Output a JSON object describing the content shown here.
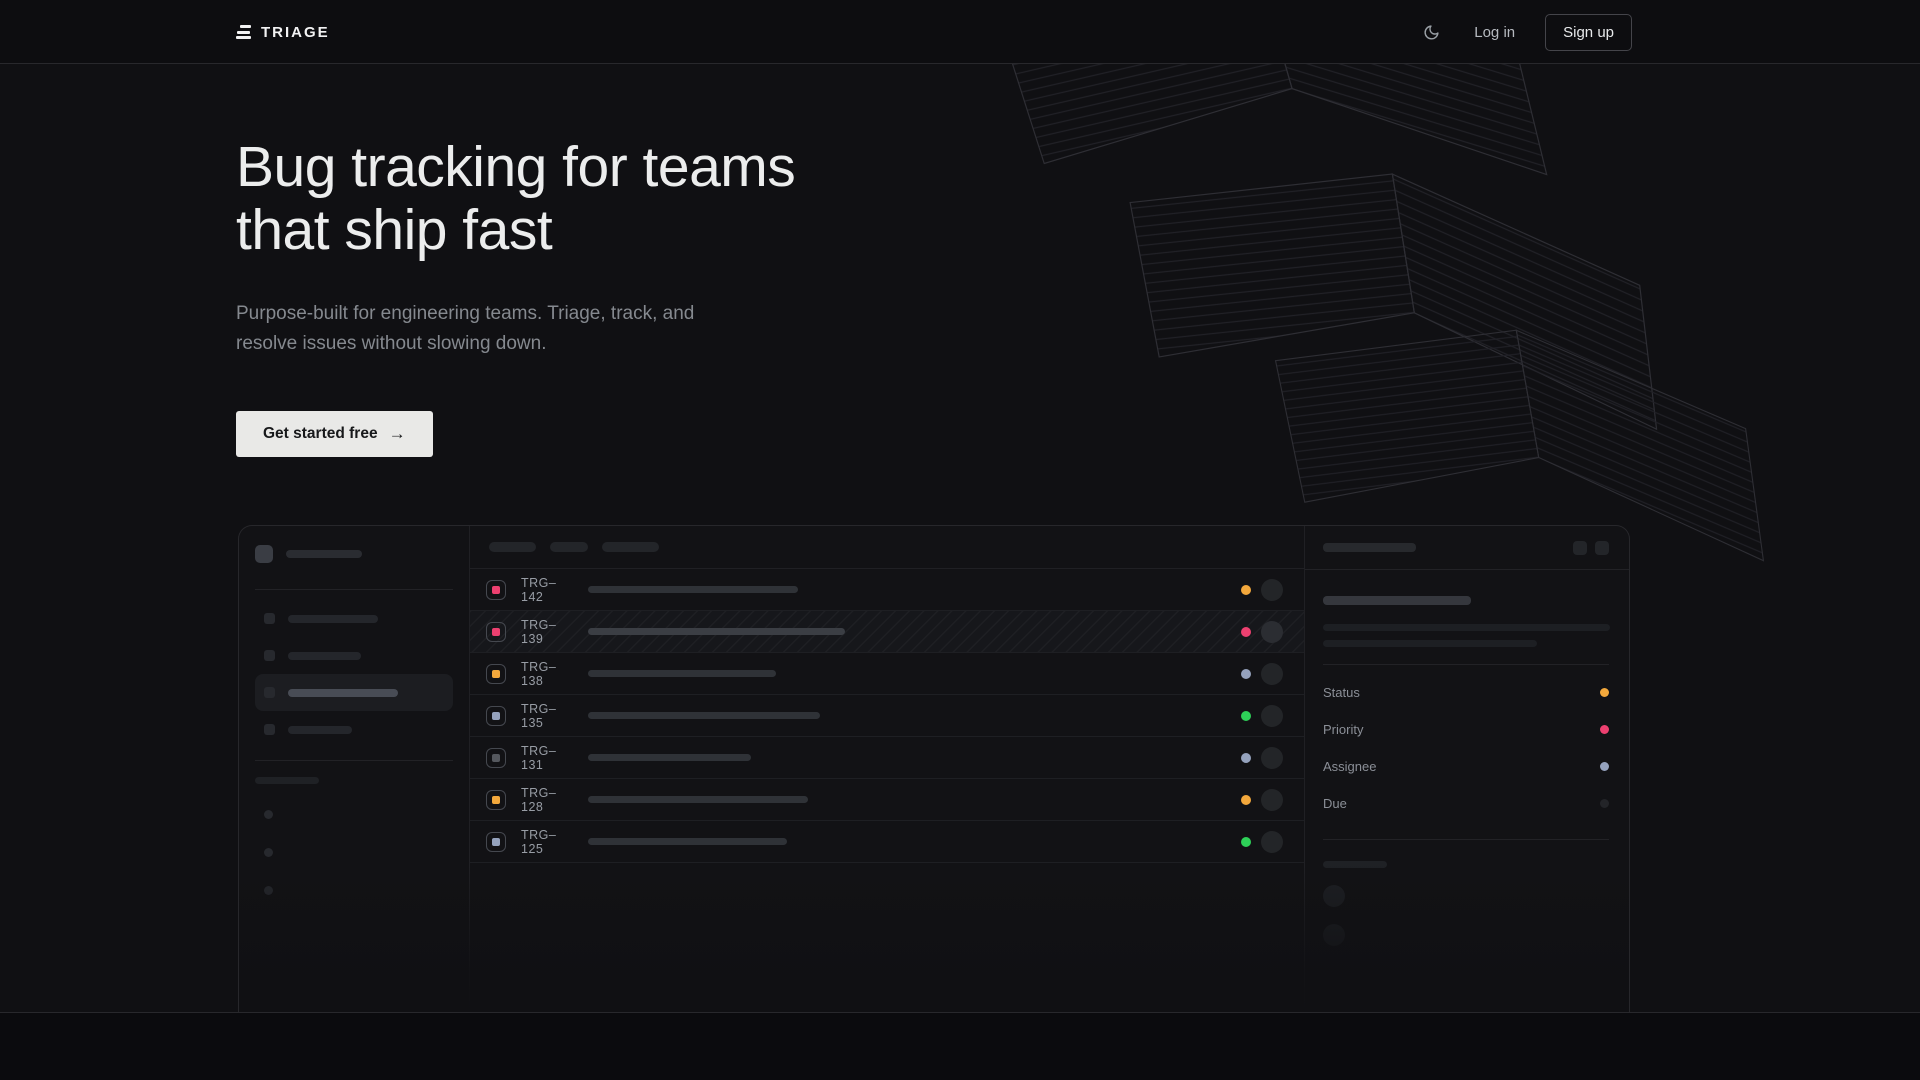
{
  "header": {
    "logo_text": "TRIAGE",
    "nav": {
      "login": "Log in",
      "signup": "Sign up"
    },
    "icons": {
      "theme_toggle": "moon-icon"
    }
  },
  "hero": {
    "title_line1": "Bug tracking for teams",
    "title_line2": "that ship fast",
    "subtitle": "Purpose-built for engineering teams. Triage, track, and resolve issues without slowing down.",
    "cta": {
      "label": "Get started free",
      "arrow": "→"
    }
  },
  "colors": {
    "amber": "#f3a83c",
    "pink": "#ed4070",
    "slate": "#95a2bd",
    "green": "#2ed158",
    "gray": "#55585e",
    "dim": "#232428",
    "cta_background": "#e9e9e7"
  },
  "mockup": {
    "issues": [
      {
        "id": "TRG–142",
        "icon_color": "pink",
        "status_color": "amber",
        "selected": false
      },
      {
        "id": "TRG–139",
        "icon_color": "pink",
        "status_color": "pink",
        "selected": true
      },
      {
        "id": "TRG–138",
        "icon_color": "amber",
        "status_color": "slate",
        "selected": false
      },
      {
        "id": "TRG–135",
        "icon_color": "slate",
        "status_color": "green",
        "selected": false
      },
      {
        "id": "TRG–131",
        "icon_color": "gray",
        "status_color": "slate",
        "selected": false
      },
      {
        "id": "TRG–128",
        "icon_color": "amber",
        "status_color": "amber",
        "selected": false
      },
      {
        "id": "TRG–125",
        "icon_color": "slate",
        "status_color": "green",
        "selected": false
      }
    ],
    "detail_fields": [
      {
        "label": "Status",
        "dot_color": "amber"
      },
      {
        "label": "Priority",
        "dot_color": "pink"
      },
      {
        "label": "Assignee",
        "dot_color": "slate"
      },
      {
        "label": "Due",
        "dot_color": "dim"
      }
    ]
  }
}
